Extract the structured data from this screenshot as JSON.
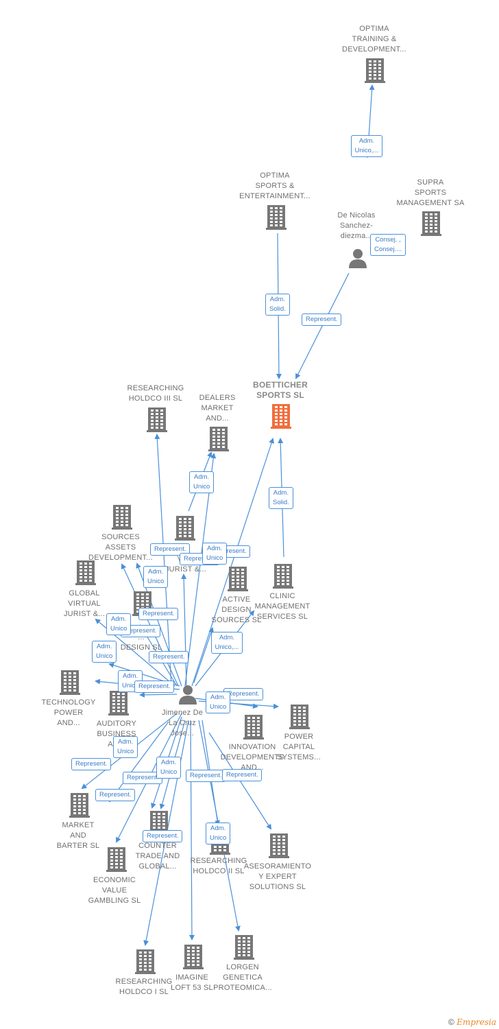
{
  "colors": {
    "edge": "#4a90d9",
    "building": "#777777",
    "highlight": "#f26d3d",
    "person": "#777777"
  },
  "nodes": [
    {
      "id": "optima-training",
      "type": "company",
      "lines": [
        "OPTIMA",
        "TRAINING &",
        "DEVELOPMENT..."
      ]
    },
    {
      "id": "optima-sports",
      "type": "company",
      "lines": [
        "OPTIMA",
        "SPORTS &",
        "ENTERTAINMENT..."
      ]
    },
    {
      "id": "de-nicolas",
      "type": "person",
      "lines": [
        "De Nicolas",
        "Sanchez-",
        "diezma..."
      ]
    },
    {
      "id": "supra",
      "type": "company",
      "lines": [
        "SUPRA",
        "SPORTS",
        "MANAGEMENT SA"
      ]
    },
    {
      "id": "boetticher",
      "type": "company-main",
      "lines": [
        "BOETTICHER",
        "SPORTS  SL"
      ]
    },
    {
      "id": "researching-iii",
      "type": "company",
      "lines": [
        "RESEARCHING",
        "HOLDCO III  SL"
      ]
    },
    {
      "id": "dealers",
      "type": "company",
      "lines": [
        "DEALERS",
        "MARKET",
        "AND..."
      ]
    },
    {
      "id": "sources-assets",
      "type": "company",
      "lines": [
        "SOURCES",
        "ASSETS",
        "DEVELOPMENT..."
      ]
    },
    {
      "id": "global-virtual-2",
      "type": "company",
      "lines": [
        "VE...",
        "JURIST &..."
      ]
    },
    {
      "id": "global-virtual",
      "type": "company",
      "lines": [
        "GLOBAL",
        "VIRTUAL",
        "JURIST &..."
      ]
    },
    {
      "id": "active-design",
      "type": "company",
      "lines": [
        "ACTIVE",
        "DESIGN",
        "SOURCES  SL"
      ]
    },
    {
      "id": "clinic",
      "type": "company",
      "lines": [
        "CLINIC",
        "MANAGEMENT",
        "SERVICES  SL"
      ]
    },
    {
      "id": "design-sl",
      "type": "company",
      "lines": [
        "...",
        "DESIGN  SL"
      ]
    },
    {
      "id": "technology",
      "type": "company",
      "lines": [
        "TECHNOLOGY",
        "POWER",
        "AND..."
      ]
    },
    {
      "id": "auditory",
      "type": "company",
      "lines": [
        "AUDITORY",
        "BUSINESS",
        "AC..."
      ]
    },
    {
      "id": "jimenez",
      "type": "person",
      "lines": [
        "Jimenez De",
        "La Cruz",
        "Jose..."
      ]
    },
    {
      "id": "power-capital",
      "type": "company",
      "lines": [
        "POWER",
        "CAPITAL",
        "SYSTEMS..."
      ]
    },
    {
      "id": "innovation",
      "type": "company",
      "lines": [
        "INNOVATION",
        "DEVELOPMENTS",
        "AND..."
      ]
    },
    {
      "id": "market-barter",
      "type": "company",
      "lines": [
        "MARKET",
        "AND",
        "BARTER  SL"
      ]
    },
    {
      "id": "counter-trade",
      "type": "company",
      "lines": [
        "COUNTER",
        "TRADE AND",
        "GLOBAL..."
      ]
    },
    {
      "id": "researching-ii",
      "type": "company",
      "lines": [
        "RESEARCHING",
        "HOLDCO II  SL"
      ]
    },
    {
      "id": "asesoramiento",
      "type": "company",
      "lines": [
        "ASESORAMIENTO",
        "Y EXPERT",
        "SOLUTIONS SL"
      ]
    },
    {
      "id": "economic",
      "type": "company",
      "lines": [
        "ECONOMIC",
        "VALUE",
        "GAMBLING  SL"
      ]
    },
    {
      "id": "researching-i",
      "type": "company",
      "lines": [
        "RESEARCHING",
        "HOLDCO I  SL"
      ]
    },
    {
      "id": "imagine",
      "type": "company",
      "lines": [
        "IMAGINE",
        "LOFT 53 SL"
      ]
    },
    {
      "id": "lorgen",
      "type": "company",
      "lines": [
        "LORGEN",
        "GENETICA",
        "PROTEOMICA..."
      ]
    }
  ],
  "edge_labels": [
    {
      "lines": [
        "Adm.",
        "Unico,..."
      ]
    },
    {
      "lines": [
        "Consej. ,",
        "Consej...."
      ]
    },
    {
      "lines": [
        "Adm.",
        "Solid."
      ]
    },
    {
      "lines": [
        "Represent."
      ]
    },
    {
      "lines": [
        "Adm.",
        "Solid."
      ]
    },
    {
      "lines": [
        "Adm.",
        "Unico"
      ]
    },
    {
      "lines": [
        "Represent."
      ]
    },
    {
      "lines": [
        "Represent."
      ]
    },
    {
      "lines": [
        "Represent."
      ]
    },
    {
      "lines": [
        "Adm.",
        "Unico"
      ]
    },
    {
      "lines": [
        "Adm.",
        "Unico"
      ]
    },
    {
      "lines": [
        "Represent."
      ]
    },
    {
      "lines": [
        "Represent."
      ]
    },
    {
      "lines": [
        "Adm.",
        "Unico"
      ]
    },
    {
      "lines": [
        "Adm.",
        "Unico,..."
      ]
    },
    {
      "lines": [
        "Adm.",
        "Unico"
      ]
    },
    {
      "lines": [
        "Represent."
      ]
    },
    {
      "lines": [
        "Adm.",
        "Unico"
      ]
    },
    {
      "lines": [
        "Represent."
      ]
    },
    {
      "lines": [
        "Represent."
      ]
    },
    {
      "lines": [
        "Adm.",
        "Unico"
      ]
    },
    {
      "lines": [
        "Represent."
      ]
    },
    {
      "lines": [
        "Adm.",
        "Unico"
      ]
    },
    {
      "lines": [
        "Represent."
      ]
    },
    {
      "lines": [
        "Adm.",
        "Unico"
      ]
    },
    {
      "lines": [
        "Represent."
      ]
    },
    {
      "lines": [
        "Represent."
      ]
    },
    {
      "lines": [
        "Represent."
      ]
    },
    {
      "lines": [
        "Adm.",
        "Unico"
      ]
    },
    {
      "lines": [
        "Represent."
      ]
    }
  ],
  "copyright": {
    "symbol": "©",
    "brand": "Empresia"
  }
}
